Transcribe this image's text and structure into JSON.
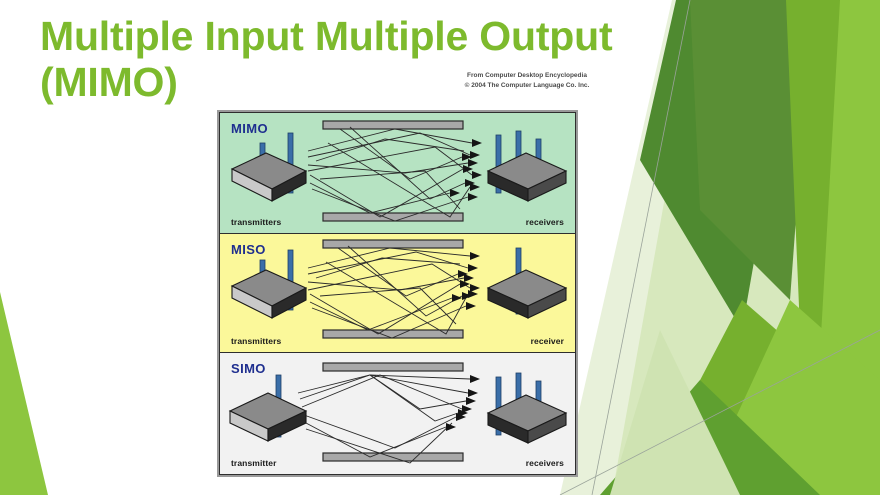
{
  "slide": {
    "title": "Multiple Input Multiple Output (MIMO)",
    "title_line1": "Multiple Input Multiple Output",
    "title_line2": "(MIMO)",
    "title_color": "#7DBA2D",
    "background_color": "#ffffff"
  },
  "credit": {
    "line1": "From Computer Desktop Encyclopedia",
    "line2": "© 2004 The Computer Language Co. Inc."
  },
  "figure": {
    "panels": [
      {
        "id": "mimo",
        "label": "MIMO",
        "background_color": "#b6e3c2",
        "label_color": "#1f2f8f",
        "left_label": "transmitters",
        "right_label": "receivers",
        "transmitter_antennas": 2,
        "receiver_antennas": 3,
        "reflector_bars": 2
      },
      {
        "id": "miso",
        "label": "MISO",
        "background_color": "#fbf89a",
        "label_color": "#1f2f8f",
        "left_label": "transmitters",
        "right_label": "receiver",
        "transmitter_antennas": 2,
        "receiver_antennas": 1,
        "reflector_bars": 2
      },
      {
        "id": "simo",
        "label": "SIMO",
        "background_color": "#f2f2f2",
        "label_color": "#1f2f8f",
        "left_label": "transmitter",
        "right_label": "receivers",
        "transmitter_antennas": 1,
        "receiver_antennas": 3,
        "reflector_bars": 2
      }
    ],
    "device_body_color": "#707070",
    "antenna_color": "#3a6ea8",
    "reflector_color": "#a8a8a8",
    "signal_path_color": "#2b2b2b",
    "frame_color": "#9a9a9a"
  },
  "decoration": {
    "greens": [
      "#5a8f35",
      "#4f8a30",
      "#76b02e",
      "#8dc63f",
      "#a8cf5a",
      "#d7e8bd",
      "#e8f1da"
    ],
    "hairline_color": "#9aa39a"
  }
}
